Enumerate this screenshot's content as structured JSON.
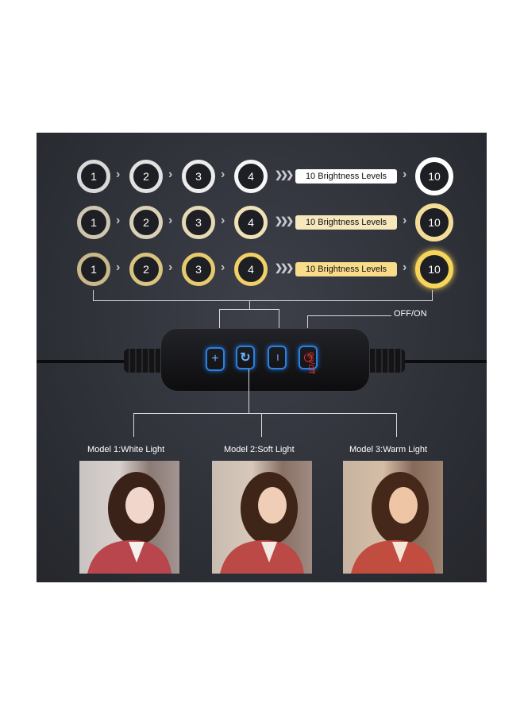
{
  "rows": [
    {
      "steps": [
        "1",
        "2",
        "3",
        "4"
      ],
      "label": "10 Brightness Levels",
      "max": "10",
      "pill_color": "#ffffff",
      "ring_color": "#e6e6e6"
    },
    {
      "steps": [
        "1",
        "2",
        "3",
        "4"
      ],
      "label": "10 Brightness Levels",
      "max": "10",
      "pill_color": "#f6e7bd",
      "ring_color": "#eddcae"
    },
    {
      "steps": [
        "1",
        "2",
        "3",
        "4"
      ],
      "label": "10 Brightness Levels",
      "max": "10",
      "pill_color": "#f8dc8a",
      "ring_color": "#f3cf6a"
    }
  ],
  "controller": {
    "off_on_label": "OFF/ON",
    "power_text": "on/off",
    "buttons": {
      "plus": "+",
      "minus": "−"
    }
  },
  "models": [
    {
      "caption": "Model 1:White Light"
    },
    {
      "caption": "Model 2:Soft Light"
    },
    {
      "caption": "Model 3:Warm Light"
    }
  ],
  "colors": {
    "accent_blue": "#2d7fe0",
    "power_red": "#e0302a"
  }
}
